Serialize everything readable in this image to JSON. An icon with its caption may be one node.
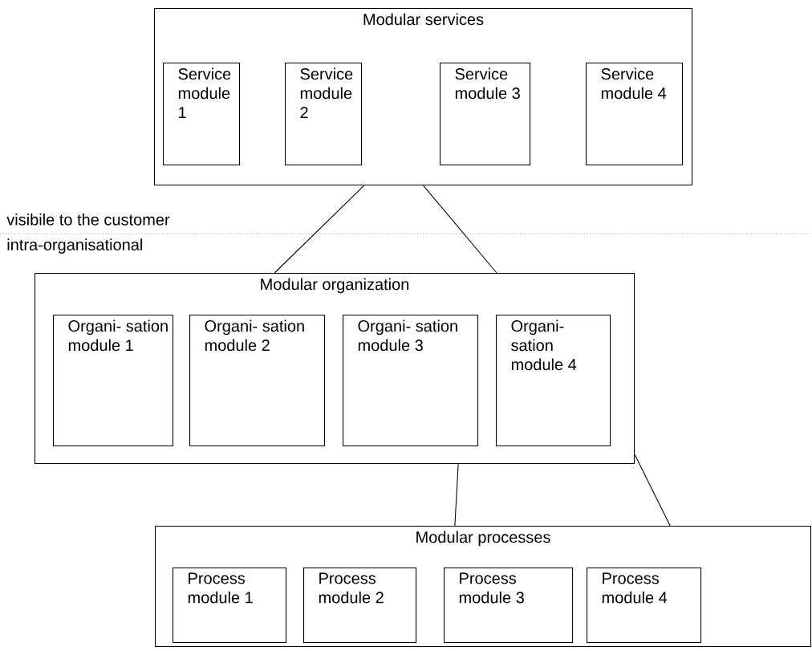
{
  "diagram": {
    "nodes": [
      {
        "text": [
          "Modular services"
        ]
      },
      {
        "text": [
          "Service module 1"
        ],
        "in": 0
      },
      {
        "text": [
          "Service module 2"
        ],
        "in": 0
      },
      {
        "text": [
          "Service module 3"
        ],
        "in": 0
      },
      {
        "text": [
          "Service module 4"
        ],
        "in": 0
      },
      {
        "text": [
          "Modular organization"
        ]
      },
      {
        "text": [
          "Organi- sation module 1"
        ],
        "in": 5
      },
      {
        "text": [
          "Organi- sation module 2"
        ],
        "in": 5
      },
      {
        "text": [
          "Organi- sation module 3"
        ],
        "in": 5
      },
      {
        "text": [
          "Organi- sation module 4"
        ],
        "in": 5
      },
      {
        "text": [
          "Modular processes"
        ]
      },
      {
        "text": [
          "Process module 1"
        ],
        "in": 10
      },
      {
        "text": [
          "Process module 2"
        ],
        "in": 10
      },
      {
        "text": [
          "Process module 3"
        ],
        "in": 10
      },
      {
        "text": [
          "Process module 4"
        ],
        "in": 10
      }
    ],
    "edges": [
      {
        "from": 0,
        "to": 5,
        "arrow": "none"
      },
      {
        "from": 0,
        "to": 5,
        "arrow": "none"
      },
      {
        "from": 5,
        "to": 10,
        "arrow": "none"
      },
      {
        "from": 5,
        "to": 10,
        "arrow": "none"
      }
    ],
    "labels": [
      "visibile to the customer",
      "intra-organisational"
    ]
  }
}
